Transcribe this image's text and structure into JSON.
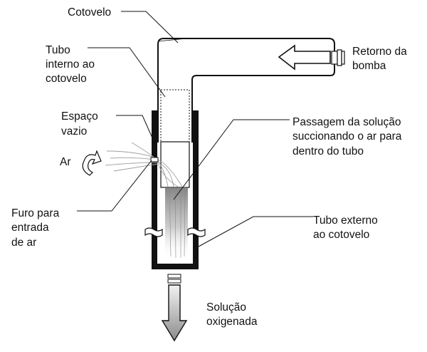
{
  "labels": {
    "cotovelo": "Cotovelo",
    "tubo_interno": [
      "Tubo",
      "interno ao",
      "cotovelo"
    ],
    "retorno": [
      "Retorno da",
      "bomba"
    ],
    "espaco_vazio": [
      "Espaço",
      "vazio"
    ],
    "passagem": [
      "Passagem da solução",
      "succionando o ar para",
      "dentro do tubo"
    ],
    "ar": "Ar",
    "furo": [
      "Furo para",
      "entrada",
      "de ar"
    ],
    "tubo_externo": [
      "Tubo externo",
      "ao cotovelo"
    ],
    "solucao": [
      "Solução",
      "oxigenada"
    ]
  },
  "colors": {
    "outline": "#111111",
    "stream": "#9a9a9a",
    "arrow_fill": "#8c8c8c"
  }
}
